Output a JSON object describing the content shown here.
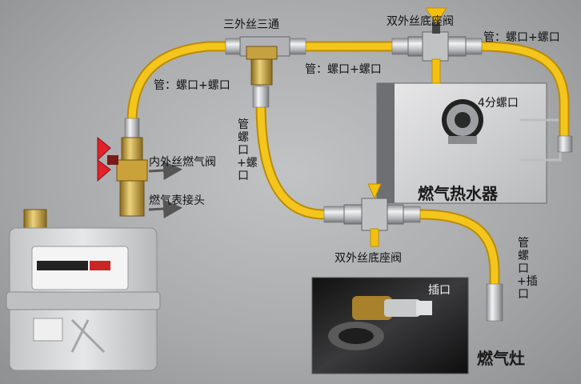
{
  "labels": {
    "tee": "三外丝三通",
    "valve_top": "双外丝底座阀",
    "pipe_top_right": "管：螺口+螺口",
    "pipe_top_mid": "管：螺口+螺口",
    "pipe_left": "管：螺口+螺口",
    "inner_valve": "内外丝燃气阀",
    "meter_joint": "燃气表接头",
    "pipe_vertical": "管螺口+螺口",
    "valve_bottom": "双外丝底座阀",
    "thread_4fen": "4分螺口",
    "water_heater": "燃气热水器",
    "pipe_vertical_right": "管螺口+插口",
    "plug": "插口",
    "stove": "燃气灶"
  },
  "colors": {
    "hose": "#f2c21a",
    "hose_shadow": "#c99a08",
    "brass": "#c9a23a",
    "steel": "#c8c9cb",
    "valve_handle_yellow": "#f4c010",
    "valve_handle_red": "#e0222a",
    "meter_body": "#d9dadb"
  }
}
